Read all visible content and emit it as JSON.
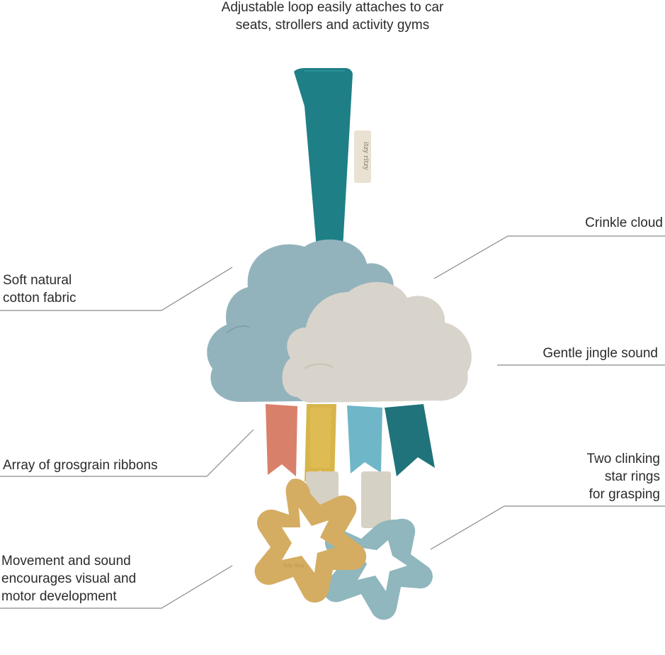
{
  "callouts": {
    "top": "Adjustable loop easily attaches to car\nseats, strollers and activity gyms",
    "fabric": "Soft natural\ncotton fabric",
    "crinkle": "Crinkle cloud",
    "jingle": "Gentle jingle sound",
    "ribbons": "Array of grosgrain ribbons",
    "rings": "Two clinking\nstar rings\nfor grasping",
    "movement": "Movement and sound\nencourages visual and\nmotor development"
  },
  "colors": {
    "strap": "#1f7f86",
    "cloud_back": "#93b3bc",
    "cloud_front": "#d8d4cc",
    "ribbon_coral": "#d9806a",
    "ribbon_mustard": "#d8b54a",
    "ribbon_sky": "#6fb6c8",
    "ribbon_teal": "#20737a",
    "star_mustard": "#d4ad62",
    "star_blue": "#8fb7bd",
    "leader_line": "#7a7a7a"
  },
  "product": {
    "tag_text": "itzy ritzy",
    "star_emboss": "itzy ritzy"
  }
}
